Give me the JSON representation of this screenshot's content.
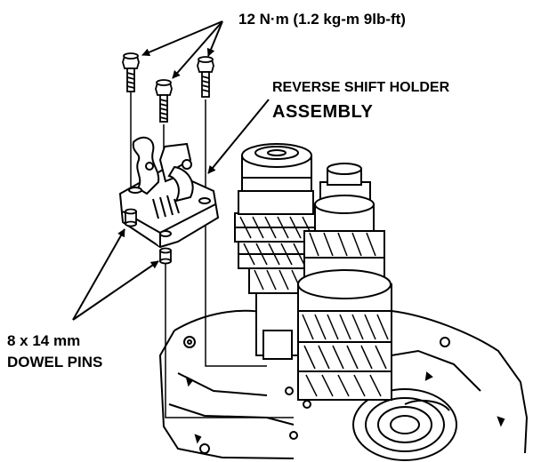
{
  "labels": {
    "torque_spec": "12 N·m (1.2 kg-m 9lb-ft)",
    "holder_line1": "REVERSE SHIFT HOLDER",
    "holder_line2": "ASSEMBLY",
    "dowel_line1": "8 x 14 mm",
    "dowel_line2": "DOWEL PINS"
  },
  "colors": {
    "ink": "#000000",
    "paper": "#ffffff"
  }
}
